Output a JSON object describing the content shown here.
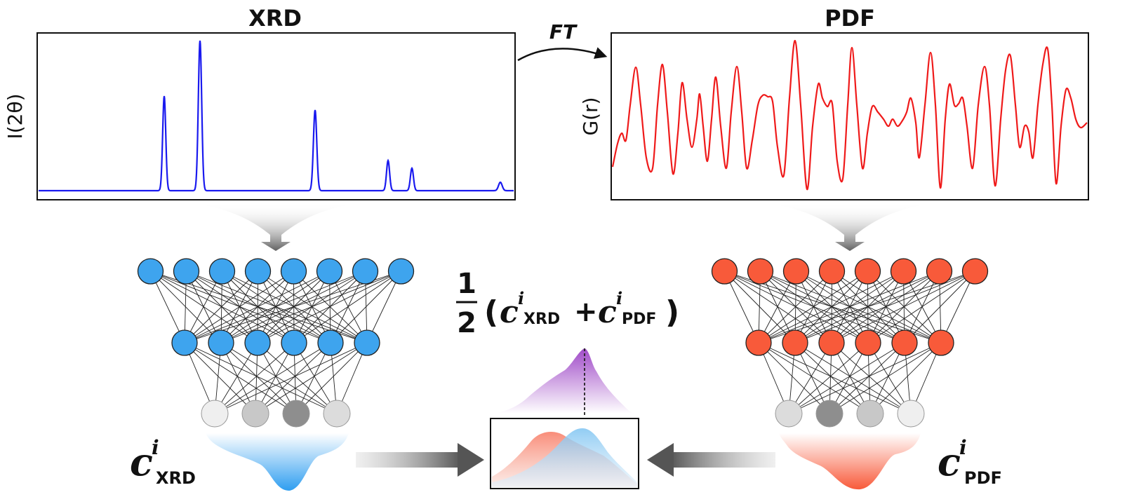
{
  "xrd_panel": {
    "title": "XRD",
    "ylabel": "I(2θ)",
    "line_color": "#1a1aef"
  },
  "pdf_panel": {
    "title": "PDF",
    "ylabel": "G(r)",
    "line_color": "#ef1a1a"
  },
  "transform": {
    "label": "FT"
  },
  "network_left": {
    "node_color": "#3ea4ee",
    "layers": [
      8,
      6,
      4
    ],
    "output_shades": [
      "#efefef",
      "#c8c8c8",
      "#8e8e8e",
      "#dcdcdc"
    ]
  },
  "network_right": {
    "node_color": "#f85a3a",
    "layers": [
      8,
      6,
      4
    ],
    "output_shades": [
      "#dcdcdc",
      "#8e8e8e",
      "#c8c8c8",
      "#efefef"
    ]
  },
  "labels": {
    "c_symbol": "c",
    "i_superscript": "i",
    "xrd_subscript": "XRD",
    "pdf_subscript": "PDF",
    "formula_num": "1",
    "formula_den": "2",
    "open_paren": "(",
    "plus": "+",
    "close_paren": ")"
  },
  "colors": {
    "blue_dist": "#2f9ef0",
    "red_dist": "#f85a3a",
    "purple_dist": "#a04bc8",
    "arrow_gray": "#555555"
  }
}
